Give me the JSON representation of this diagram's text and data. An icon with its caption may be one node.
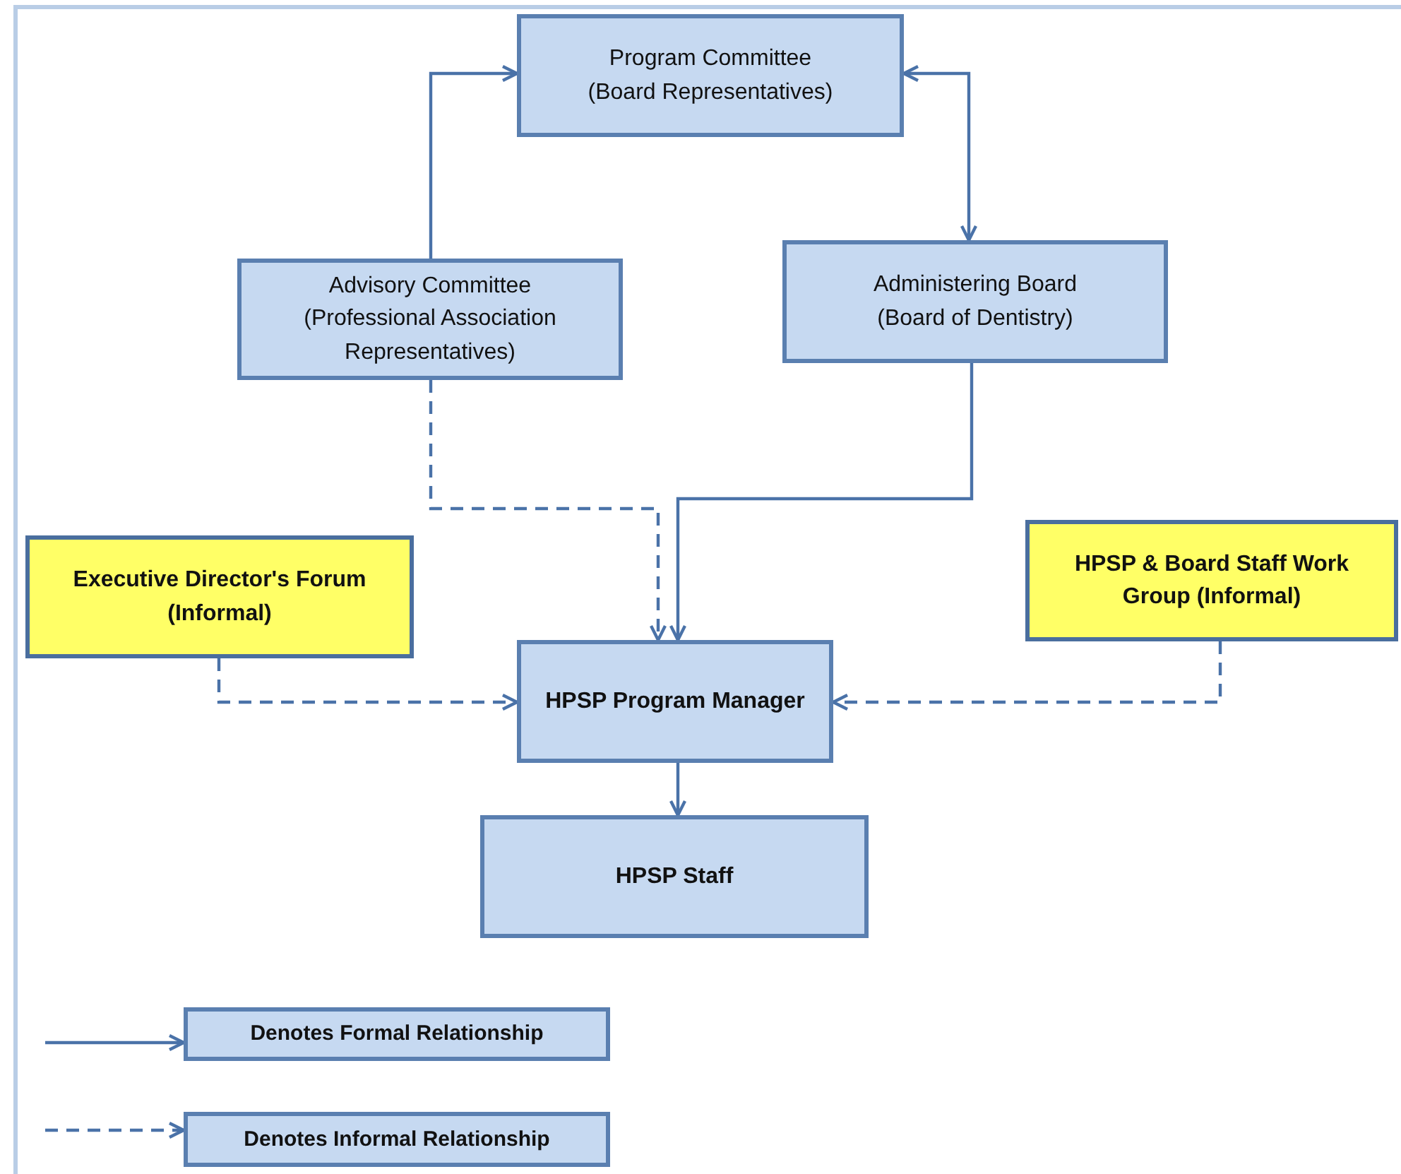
{
  "diagram": {
    "nodes": [
      {
        "text": [
          "Program Committee",
          "(Board Representatives)"
        ]
      },
      {
        "text": [
          "Advisory Committee",
          "(Professional Association Representatives)"
        ]
      },
      {
        "text": [
          "Administering Board",
          "(Board of Dentistry)"
        ]
      },
      {
        "text": [
          "Executive Director's Forum (Informal)"
        ]
      },
      {
        "text": [
          "HPSP & Board Staff Work Group (Informal)"
        ]
      },
      {
        "text": [
          "HPSP Program Manager"
        ]
      },
      {
        "text": [
          "HPSP Staff"
        ]
      },
      {
        "text": [
          "Denotes Formal Relationship"
        ]
      },
      {
        "text": [
          "Denotes Informal Relationship"
        ]
      }
    ],
    "edges": [
      {
        "from": 1,
        "to": 0,
        "arrow": "to"
      },
      {
        "from": 0,
        "to": 2,
        "arrow": "both"
      },
      {
        "from": 2,
        "to": 5,
        "arrow": "to"
      },
      {
        "from": 1,
        "to": 5,
        "arrow": "to",
        "style": "dashed"
      },
      {
        "from": 3,
        "to": 5,
        "arrow": "to",
        "style": "dashed"
      },
      {
        "from": 4,
        "to": 5,
        "arrow": "to",
        "style": "dashed"
      },
      {
        "from": 5,
        "to": 6,
        "arrow": "to"
      },
      {
        "from": null,
        "to": 7,
        "arrow": "to"
      },
      {
        "from": null,
        "to": 8,
        "arrow": "to",
        "style": "dashed"
      }
    ]
  }
}
